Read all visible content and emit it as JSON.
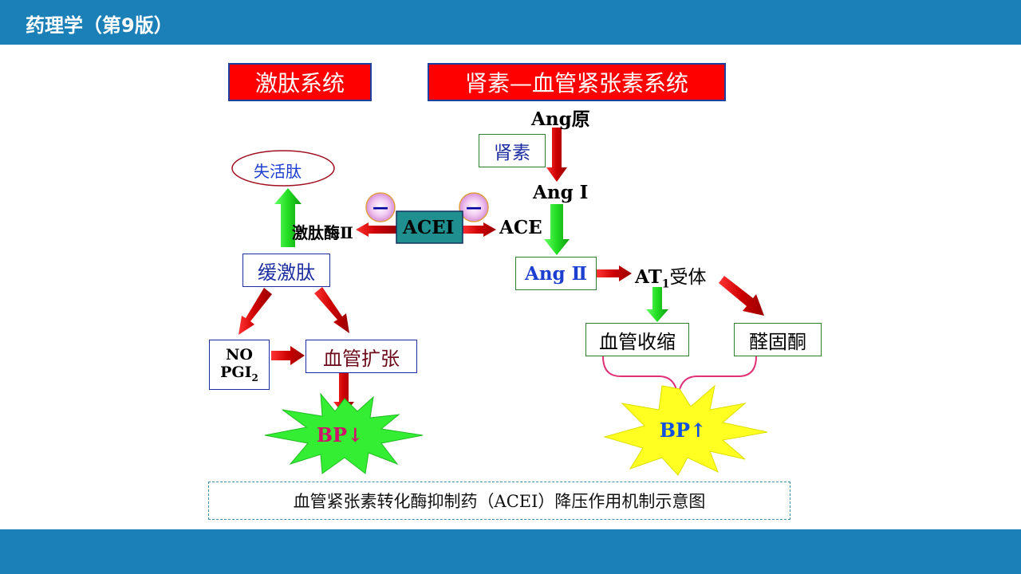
{
  "header": {
    "title": "药理学（第9版）"
  },
  "kinin_system": {
    "label": "激肽系统"
  },
  "raas": {
    "label": "肾素—血管紧张素系统"
  },
  "nodes": {
    "angiotensinogen": "Ang原",
    "renin": "肾素",
    "ang1": "Ang Ⅰ",
    "ace": "ACE",
    "acei": "ACEI",
    "kininase2": "激肽酶Ⅱ",
    "inactive_peptide": "失活肽",
    "bradykinin": "缓激肽",
    "ang2": "Ang Ⅱ",
    "at1_main": "AT",
    "at1_sub": "1",
    "at1_suffix": "受体",
    "vasoconstriction": "血管收缩",
    "aldosterone": "醛固酮",
    "no": "NO",
    "pgi2_main": "PGI",
    "pgi2_sub": "2",
    "vasodilation": "血管扩张",
    "bp_down": "BP↓",
    "bp_up": "BP↑",
    "inhibit_left": "—",
    "inhibit_right": "—"
  },
  "caption": {
    "text": "血管紧张素转化酶抑制药（ACEI）降压作用机制示意图"
  },
  "colors": {
    "header_bar": "#1b7fb8",
    "red_arrow": "#cc0000",
    "green_arrow": "#22dd22",
    "acei_box": "#1f8f8f",
    "bp_down_star": "#33ee33",
    "bp_up_star": "#ffff22",
    "brace": "#e0307a"
  }
}
